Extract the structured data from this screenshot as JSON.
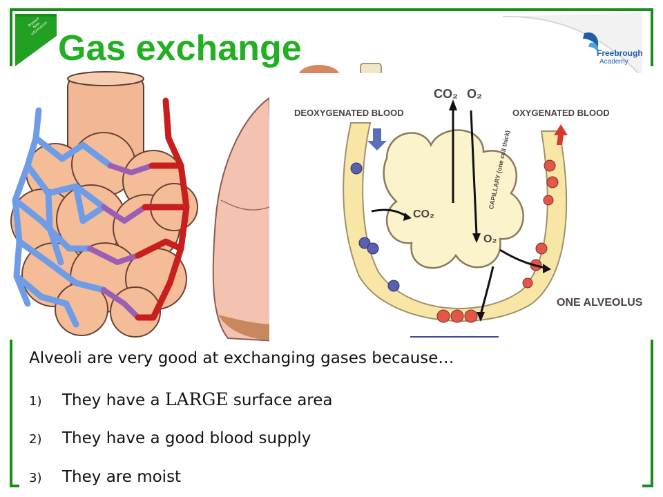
{
  "slide": {
    "title": "Gas exchange",
    "badge": {
      "lines": [
        "Present",
        "New",
        "information"
      ]
    },
    "logo": {
      "name": "Freebrough",
      "subtitle": "Academy"
    },
    "colors": {
      "frame": "#1a8c1a",
      "title": "#22b022",
      "badge": "#22a022",
      "logo": "#1f5fa8"
    }
  },
  "diagram": {
    "labels": {
      "co2_top": "CO₂",
      "o2_top": "O₂",
      "deoxygenated": "DEOXYGENATED BLOOD",
      "oxygenated": "OXYGENATED BLOOD",
      "co2_inner": "CO₂",
      "o2_inner": "O₂",
      "capillary": "CAPILLARY (one cell thick)",
      "alveolus": "ONE ALVEOLUS"
    }
  },
  "content": {
    "intro": "Alveoli are very good at exchanging gases because…",
    "points": [
      {
        "number": "1)",
        "before": "They have a ",
        "emphasis": "LARGE",
        "after": " surface area"
      },
      {
        "number": "2)",
        "text": "They have a good blood supply"
      },
      {
        "number": "3)",
        "text": "They are moist"
      }
    ]
  }
}
